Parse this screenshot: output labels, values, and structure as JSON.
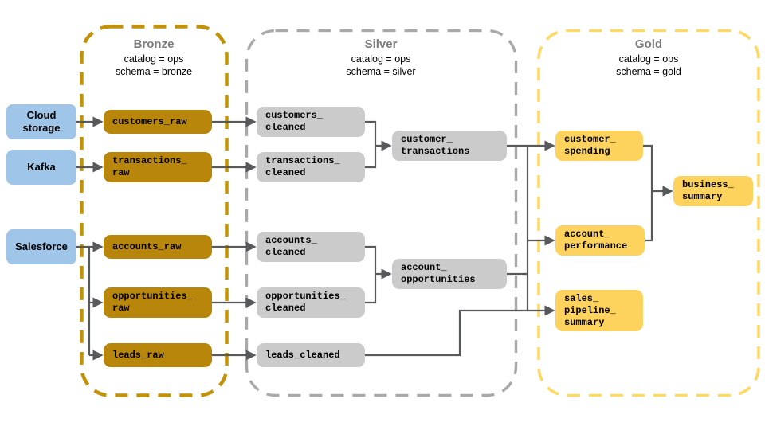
{
  "diagram": {
    "sources": [
      {
        "label": "Cloud\nstorage"
      },
      {
        "label": "Kafka"
      },
      {
        "label": "Salesforce"
      }
    ],
    "zones": {
      "bronze": {
        "title": "Bronze",
        "catalog_line": "catalog = ops",
        "schema_line": "schema = bronze"
      },
      "silver": {
        "title": "Silver",
        "catalog_line": "catalog = ops",
        "schema_line": "schema = silver"
      },
      "gold": {
        "title": "Gold",
        "catalog_line": "catalog = ops",
        "schema_line": "schema = gold"
      }
    },
    "tables": {
      "bronze": [
        {
          "label": "customers_raw"
        },
        {
          "label": "transactions_\nraw"
        },
        {
          "label": "accounts_raw"
        },
        {
          "label": "opportunities_\nraw"
        },
        {
          "label": "leads_raw"
        }
      ],
      "silver": [
        {
          "label": "customers_\ncleaned"
        },
        {
          "label": "transactions_\ncleaned"
        },
        {
          "label": "customer_\ntransactions"
        },
        {
          "label": "accounts_\ncleaned"
        },
        {
          "label": "opportunities_\ncleaned"
        },
        {
          "label": "account_\nopportunities"
        },
        {
          "label": "leads_cleaned"
        }
      ],
      "gold": [
        {
          "label": "customer_\nspending"
        },
        {
          "label": "account_\nperformance"
        },
        {
          "label": "business_\nsummary"
        },
        {
          "label": "sales_\npipeline_\nsummary"
        }
      ]
    }
  },
  "colors": {
    "source-fill": "#9FC5E8",
    "bronze-fill": "#B8860B",
    "bronze-border": "#C2920B",
    "silver-fill": "#CBCBCB",
    "silver-border": "#A9A9A9",
    "gold-fill": "#FDD35E",
    "gold-border": "#FFD966",
    "arrow": "#58595B",
    "title": "#7C7C7C",
    "text": "#000000"
  }
}
